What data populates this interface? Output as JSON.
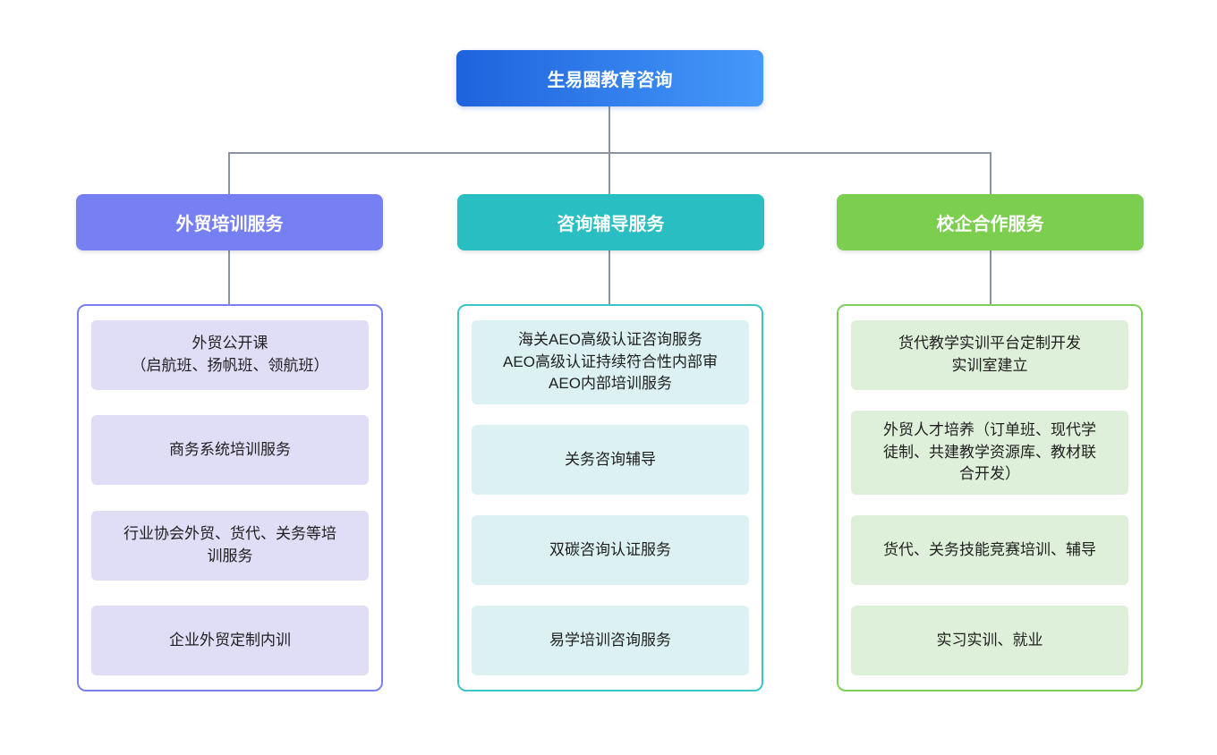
{
  "root": {
    "label": "生易圈教育咨询"
  },
  "branches": [
    {
      "label": "外贸培训服务",
      "items": [
        "外贸公开课\n（启航班、扬帆班、领航班）",
        "商务系统培训服务",
        "行业协会外贸、货代、关务等培\n训服务",
        "企业外贸定制内训"
      ]
    },
    {
      "label": "咨询辅导服务",
      "items": [
        "海关AEO高级认证咨询服务\nAEO高级认证持续符合性内部审\nAEO内部培训服务",
        "关务咨询辅导",
        "双碳咨询认证服务",
        "易学培训咨询服务"
      ]
    },
    {
      "label": "校企合作服务",
      "items": [
        "货代教学实训平台定制开发\n实训室建立",
        "外贸人才培养（订单班、现代学\n徒制、共建教学资源库、教材联\n合开发）",
        "货代、关务技能竞赛培训、辅导",
        "实习实训、就业"
      ]
    }
  ],
  "colors": {
    "root_grad_start": "#1e63dd",
    "root_grad_end": "#4599fa",
    "purple": "#7780f3",
    "teal": "#29bec1",
    "green": "#7cce4f",
    "purple_border": "#7b82ef",
    "teal_border": "#3cc5c7",
    "green_border": "#7ed156",
    "purple_fill": "#e0ddf6",
    "teal_fill": "#dcf1f2",
    "green_fill": "#def0d9",
    "connector": "#8b949c",
    "text_dark": "#1f1f1f"
  }
}
